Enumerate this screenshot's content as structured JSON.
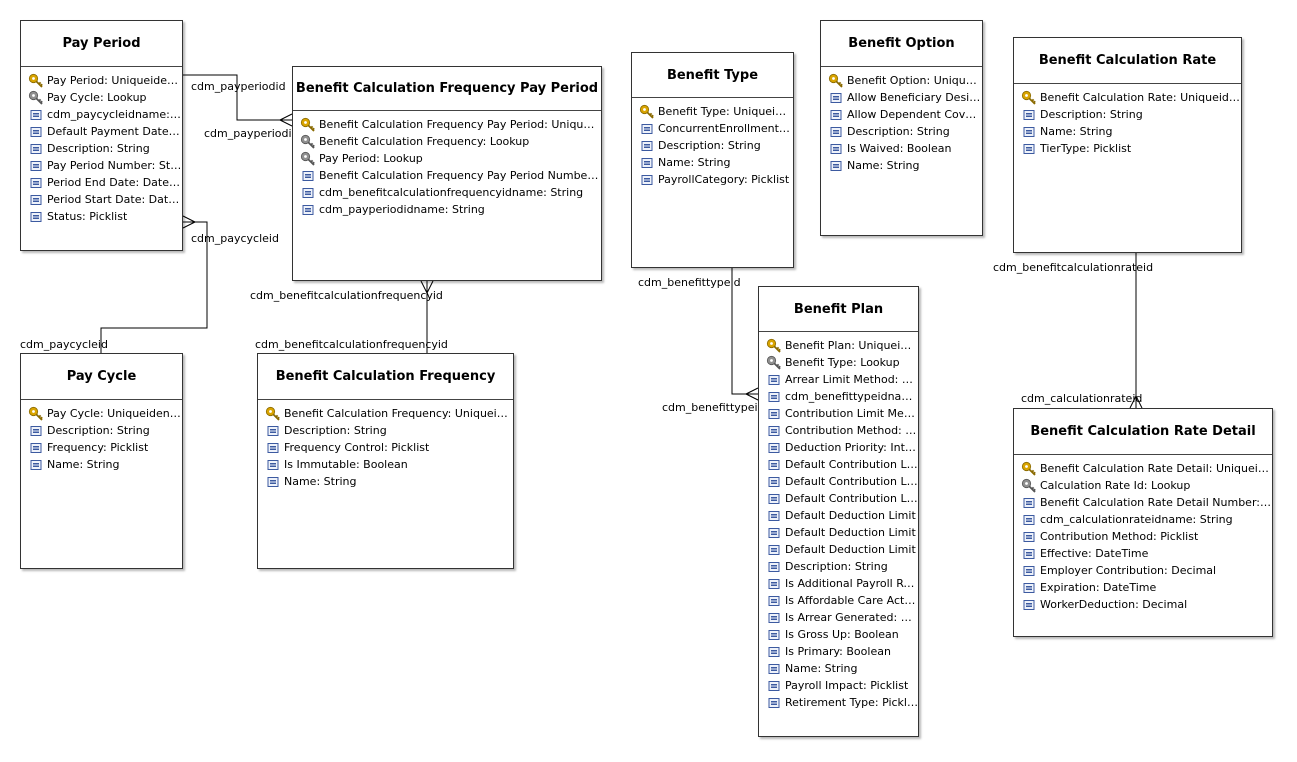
{
  "colors": {
    "primary_key": "#d9a400",
    "foreign_key": "#909090",
    "attribute": "#3c5aa0",
    "line": "#000000"
  },
  "entities": [
    {
      "id": "pay-period",
      "title": "Pay Period",
      "fields": [
        {
          "icon": "primary-key-icon",
          "text": "Pay Period: Uniqueidentifier"
        },
        {
          "icon": "foreign-key-icon",
          "text": "Pay Cycle: Lookup"
        },
        {
          "icon": "attribute-icon",
          "text": "cdm_paycycleidname: String"
        },
        {
          "icon": "attribute-icon",
          "text": "Default Payment Date: DateTime"
        },
        {
          "icon": "attribute-icon",
          "text": "Description: String"
        },
        {
          "icon": "attribute-icon",
          "text": "Pay Period Number: String"
        },
        {
          "icon": "attribute-icon",
          "text": "Period End Date: DateTime"
        },
        {
          "icon": "attribute-icon",
          "text": "Period Start Date: DateTime"
        },
        {
          "icon": "attribute-icon",
          "text": "Status: Picklist"
        }
      ]
    },
    {
      "id": "benefit-calculation-frequency-pay-period",
      "title": "Benefit Calculation Frequency Pay Period",
      "fields": [
        {
          "icon": "primary-key-icon",
          "text": "Benefit Calculation Frequency Pay Period: Uniqueidentifier"
        },
        {
          "icon": "foreign-key-icon",
          "text": "Benefit Calculation Frequency: Lookup"
        },
        {
          "icon": "foreign-key-icon",
          "text": "Pay Period: Lookup"
        },
        {
          "icon": "attribute-icon",
          "text": "Benefit Calculation Frequency Pay Period Number: String"
        },
        {
          "icon": "attribute-icon",
          "text": "cdm_benefitcalculationfrequencyidname: String"
        },
        {
          "icon": "attribute-icon",
          "text": "cdm_payperiodidname: String"
        }
      ]
    },
    {
      "id": "benefit-type",
      "title": "Benefit Type",
      "fields": [
        {
          "icon": "primary-key-icon",
          "text": "Benefit Type: Uniqueidentifier"
        },
        {
          "icon": "attribute-icon",
          "text": "ConcurrentEnrollment: Boolean"
        },
        {
          "icon": "attribute-icon",
          "text": "Description: String"
        },
        {
          "icon": "attribute-icon",
          "text": "Name: String"
        },
        {
          "icon": "attribute-icon",
          "text": "PayrollCategory: Picklist"
        }
      ]
    },
    {
      "id": "benefit-option",
      "title": "Benefit Option",
      "fields": [
        {
          "icon": "primary-key-icon",
          "text": "Benefit Option: Uniqueidentifier"
        },
        {
          "icon": "attribute-icon",
          "text": "Allow Beneficiary Designation: Boolean"
        },
        {
          "icon": "attribute-icon",
          "text": "Allow Dependent Coverage: Boolean"
        },
        {
          "icon": "attribute-icon",
          "text": "Description: String"
        },
        {
          "icon": "attribute-icon",
          "text": "Is Waived: Boolean"
        },
        {
          "icon": "attribute-icon",
          "text": "Name: String"
        }
      ]
    },
    {
      "id": "benefit-calculation-rate",
      "title": "Benefit Calculation Rate",
      "fields": [
        {
          "icon": "primary-key-icon",
          "text": "Benefit Calculation Rate: Uniqueidentifier"
        },
        {
          "icon": "attribute-icon",
          "text": "Description: String"
        },
        {
          "icon": "attribute-icon",
          "text": "Name: String"
        },
        {
          "icon": "attribute-icon",
          "text": "TierType: Picklist"
        }
      ]
    },
    {
      "id": "pay-cycle",
      "title": "Pay Cycle",
      "fields": [
        {
          "icon": "primary-key-icon",
          "text": "Pay Cycle: Uniqueidentifier"
        },
        {
          "icon": "attribute-icon",
          "text": "Description: String"
        },
        {
          "icon": "attribute-icon",
          "text": "Frequency: Picklist"
        },
        {
          "icon": "attribute-icon",
          "text": "Name: String"
        }
      ]
    },
    {
      "id": "benefit-calculation-frequency",
      "title": "Benefit Calculation Frequency",
      "fields": [
        {
          "icon": "primary-key-icon",
          "text": "Benefit Calculation Frequency: Uniqueidentifier"
        },
        {
          "icon": "attribute-icon",
          "text": "Description: String"
        },
        {
          "icon": "attribute-icon",
          "text": "Frequency Control: Picklist"
        },
        {
          "icon": "attribute-icon",
          "text": "Is Immutable: Boolean"
        },
        {
          "icon": "attribute-icon",
          "text": "Name: String"
        }
      ]
    },
    {
      "id": "benefit-plan",
      "title": "Benefit Plan",
      "fields": [
        {
          "icon": "primary-key-icon",
          "text": "Benefit Plan: Uniqueidentifier"
        },
        {
          "icon": "foreign-key-icon",
          "text": "Benefit Type: Lookup"
        },
        {
          "icon": "attribute-icon",
          "text": "Arrear Limit Method: Picklist"
        },
        {
          "icon": "attribute-icon",
          "text": "cdm_benefittypeidname: String"
        },
        {
          "icon": "attribute-icon",
          "text": "Contribution Limit Method: Picklist"
        },
        {
          "icon": "attribute-icon",
          "text": "Contribution Method: Picklist"
        },
        {
          "icon": "attribute-icon",
          "text": "Deduction Priority: Integer"
        },
        {
          "icon": "attribute-icon",
          "text": "Default Contribution Limit"
        },
        {
          "icon": "attribute-icon",
          "text": "Default Contribution Limit"
        },
        {
          "icon": "attribute-icon",
          "text": "Default Contribution Limit"
        },
        {
          "icon": "attribute-icon",
          "text": "Default Deduction Limit"
        },
        {
          "icon": "attribute-icon",
          "text": "Default Deduction Limit"
        },
        {
          "icon": "attribute-icon",
          "text": "Default Deduction Limit"
        },
        {
          "icon": "attribute-icon",
          "text": "Description: String"
        },
        {
          "icon": "attribute-icon",
          "text": "Is Additional Payroll Run: Boolean"
        },
        {
          "icon": "attribute-icon",
          "text": "Is Affordable Care Act: Boolean"
        },
        {
          "icon": "attribute-icon",
          "text": "Is Arrear Generated: Boolean"
        },
        {
          "icon": "attribute-icon",
          "text": "Is Gross Up: Boolean"
        },
        {
          "icon": "attribute-icon",
          "text": "Is Primary: Boolean"
        },
        {
          "icon": "attribute-icon",
          "text": "Name: String"
        },
        {
          "icon": "attribute-icon",
          "text": "Payroll Impact: Picklist"
        },
        {
          "icon": "attribute-icon",
          "text": "Retirement Type: Picklist"
        }
      ]
    },
    {
      "id": "benefit-calculation-rate-detail",
      "title": "Benefit Calculation Rate Detail",
      "fields": [
        {
          "icon": "primary-key-icon",
          "text": "Benefit Calculation Rate Detail: Uniqueidentifier"
        },
        {
          "icon": "foreign-key-icon",
          "text": "Calculation Rate Id: Lookup"
        },
        {
          "icon": "attribute-icon",
          "text": "Benefit Calculation Rate Detail Number: String"
        },
        {
          "icon": "attribute-icon",
          "text": "cdm_calculationrateidname: String"
        },
        {
          "icon": "attribute-icon",
          "text": "Contribution Method: Picklist"
        },
        {
          "icon": "attribute-icon",
          "text": "Effective: DateTime"
        },
        {
          "icon": "attribute-icon",
          "text": "Employer Contribution: Decimal"
        },
        {
          "icon": "attribute-icon",
          "text": "Expiration: DateTime"
        },
        {
          "icon": "attribute-icon",
          "text": "WorkerDeduction: Decimal"
        }
      ]
    }
  ],
  "relationships": [
    {
      "id": "payperiod-rel",
      "from_label": "cdm_payperiodid",
      "to_label": "cdm_payperiodid"
    },
    {
      "id": "paycycle-rel",
      "from_label": "cdm_paycycleid",
      "to_label": "cdm_paycycleid"
    },
    {
      "id": "frequency-rel",
      "from_label": "cdm_benefitcalculationfrequencyid",
      "to_label": "cdm_benefitcalculationfrequencyid"
    },
    {
      "id": "benefittype-rel",
      "from_label": "cdm_benefittypeid",
      "to_label": "cdm_benefittypeid"
    },
    {
      "id": "calculationrate-rel",
      "from_label": "cdm_benefitcalculationrateid",
      "to_label": "cdm_calculationrateid"
    }
  ]
}
